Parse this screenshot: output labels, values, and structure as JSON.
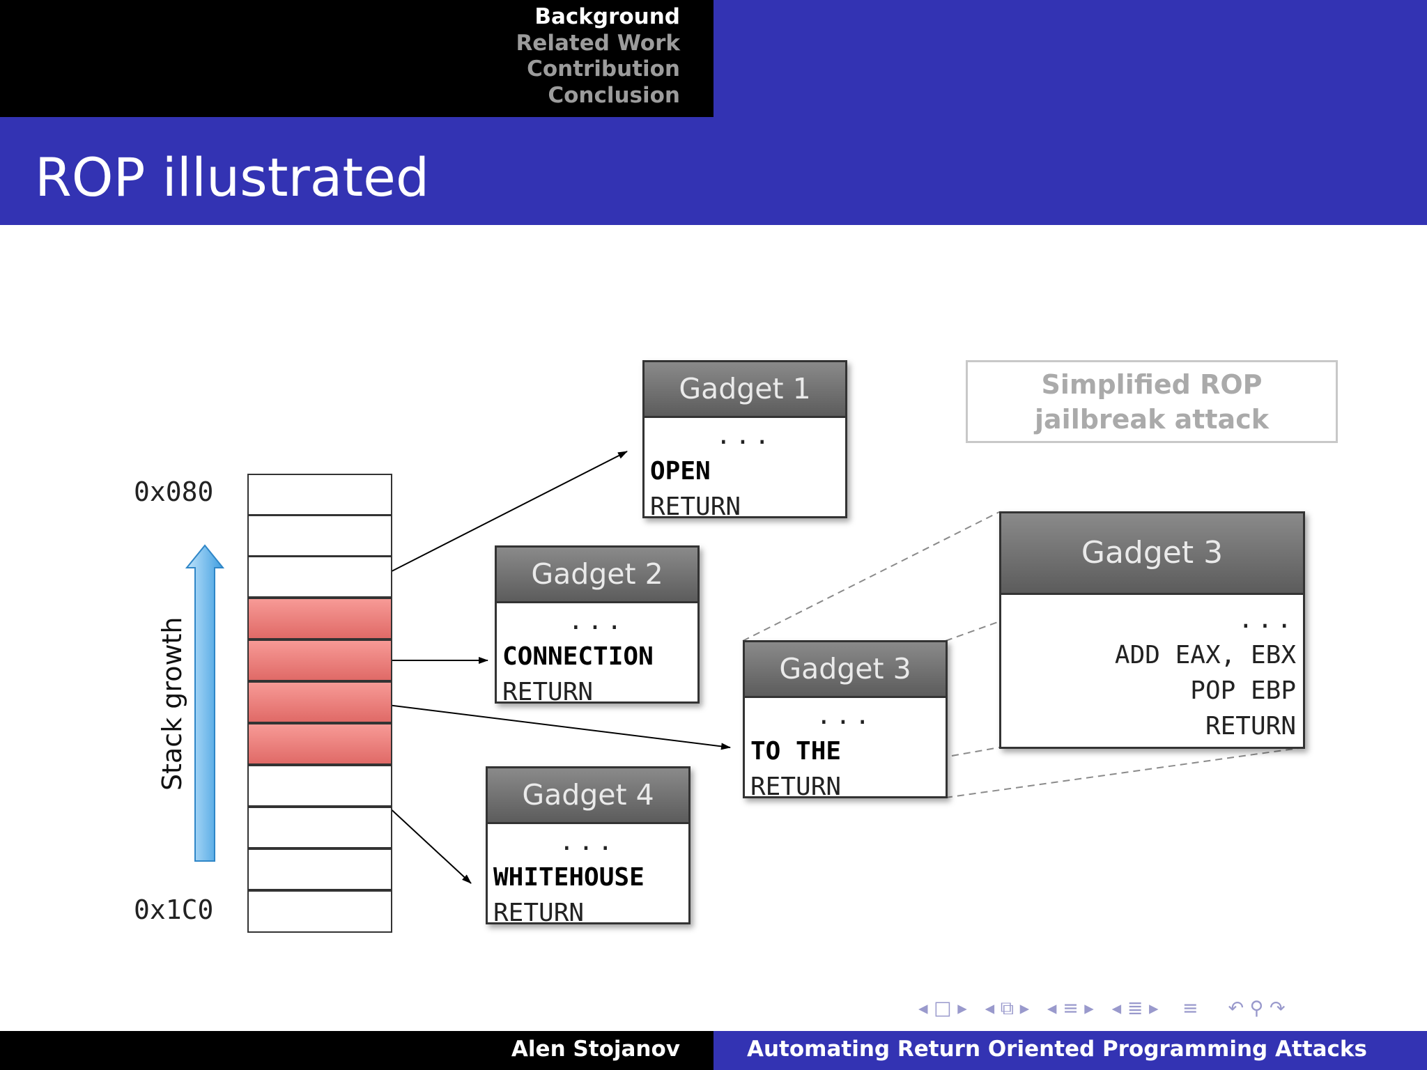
{
  "header": {
    "sections": [
      "Background",
      "Related Work",
      "Contribution",
      "Conclusion"
    ],
    "active_section": "Background"
  },
  "slide": {
    "title": "ROP illustrated"
  },
  "diagram": {
    "caption": [
      "Simplified ROP",
      "jailbreak attack"
    ],
    "stack": {
      "top_address": "0x080",
      "bottom_address": "0x1C0",
      "growth_label": "Stack growth",
      "cells": 11,
      "highlighted_cells": [
        3,
        4,
        5,
        6
      ]
    },
    "gadgets": [
      {
        "title": "Gadget 1",
        "lines": [
          "...",
          "OPEN",
          "RETURN"
        ]
      },
      {
        "title": "Gadget 2",
        "lines": [
          "...",
          "CONNECTION",
          "RETURN"
        ]
      },
      {
        "title": "Gadget 3",
        "lines": [
          "...",
          "TO THE",
          "RETURN"
        ]
      },
      {
        "title": "Gadget 4",
        "lines": [
          "...",
          "WHITEHOUSE",
          "RETURN"
        ]
      }
    ],
    "gadget3_zoom": {
      "title": "Gadget 3",
      "lines": [
        "...",
        "ADD EAX, EBX",
        "POP EBP",
        "RETURN"
      ]
    }
  },
  "footer": {
    "author": "Alen Stojanov",
    "talk_title": "Automating Return Oriented Programming Attacks"
  },
  "colors": {
    "header_blue": "#3333b3",
    "stack_highlight": "#f08a86",
    "arrow_blue": "#5aaee8"
  }
}
